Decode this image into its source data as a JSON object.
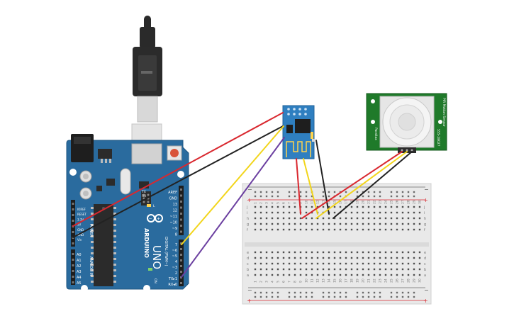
{
  "arduino": {
    "brand": "ARDUINO",
    "model": "UNO",
    "power_label": "POWER",
    "analog_label": "ANALOG IN",
    "digital_label": "DIGITAL (PWM~)",
    "tx_label": "TX",
    "rx_label": "RX",
    "l_label": "L",
    "on_label": "ON",
    "power_pins": [
      "IOREF",
      "RESET",
      "3.3V",
      "5V",
      "GND",
      "GND",
      "Vin"
    ],
    "analog_pins": [
      "A0",
      "A1",
      "A2",
      "A3",
      "A4",
      "A5"
    ],
    "digital_top": [
      "AREF",
      "GND",
      "13",
      "12",
      "~11",
      "~10",
      "~9",
      "8"
    ],
    "digital_bottom": [
      "7",
      "~6",
      "~5",
      "4",
      "~3",
      "2",
      "TX▸1",
      "RX◂0"
    ]
  },
  "pir": {
    "text_left": "PIR Motion Sensor",
    "text_mid": "555-28027",
    "text_small": "Parallax"
  },
  "breadboard": {
    "row_letters_top": [
      "j",
      "i",
      "h",
      "g",
      "f"
    ],
    "row_letters_bottom": [
      "e",
      "d",
      "c",
      "b",
      "a"
    ],
    "columns": [
      "1",
      "2",
      "3",
      "4",
      "5",
      "6",
      "7",
      "8",
      "9",
      "10",
      "11",
      "12",
      "13",
      "14",
      "15",
      "16",
      "17",
      "18",
      "19",
      "20",
      "21",
      "22",
      "23",
      "24",
      "25",
      "26",
      "27",
      "28",
      "29",
      "30"
    ],
    "minus": "−",
    "plus": "+"
  },
  "colors": {
    "arduino_blue": "#2a6b9e",
    "esp_blue": "#2f7fc0",
    "pir_green": "#1f7a2a",
    "wire_red": "#d9282f",
    "wire_black": "#222222",
    "wire_yellow": "#f2d51b",
    "wire_purple": "#6b3fa0"
  }
}
